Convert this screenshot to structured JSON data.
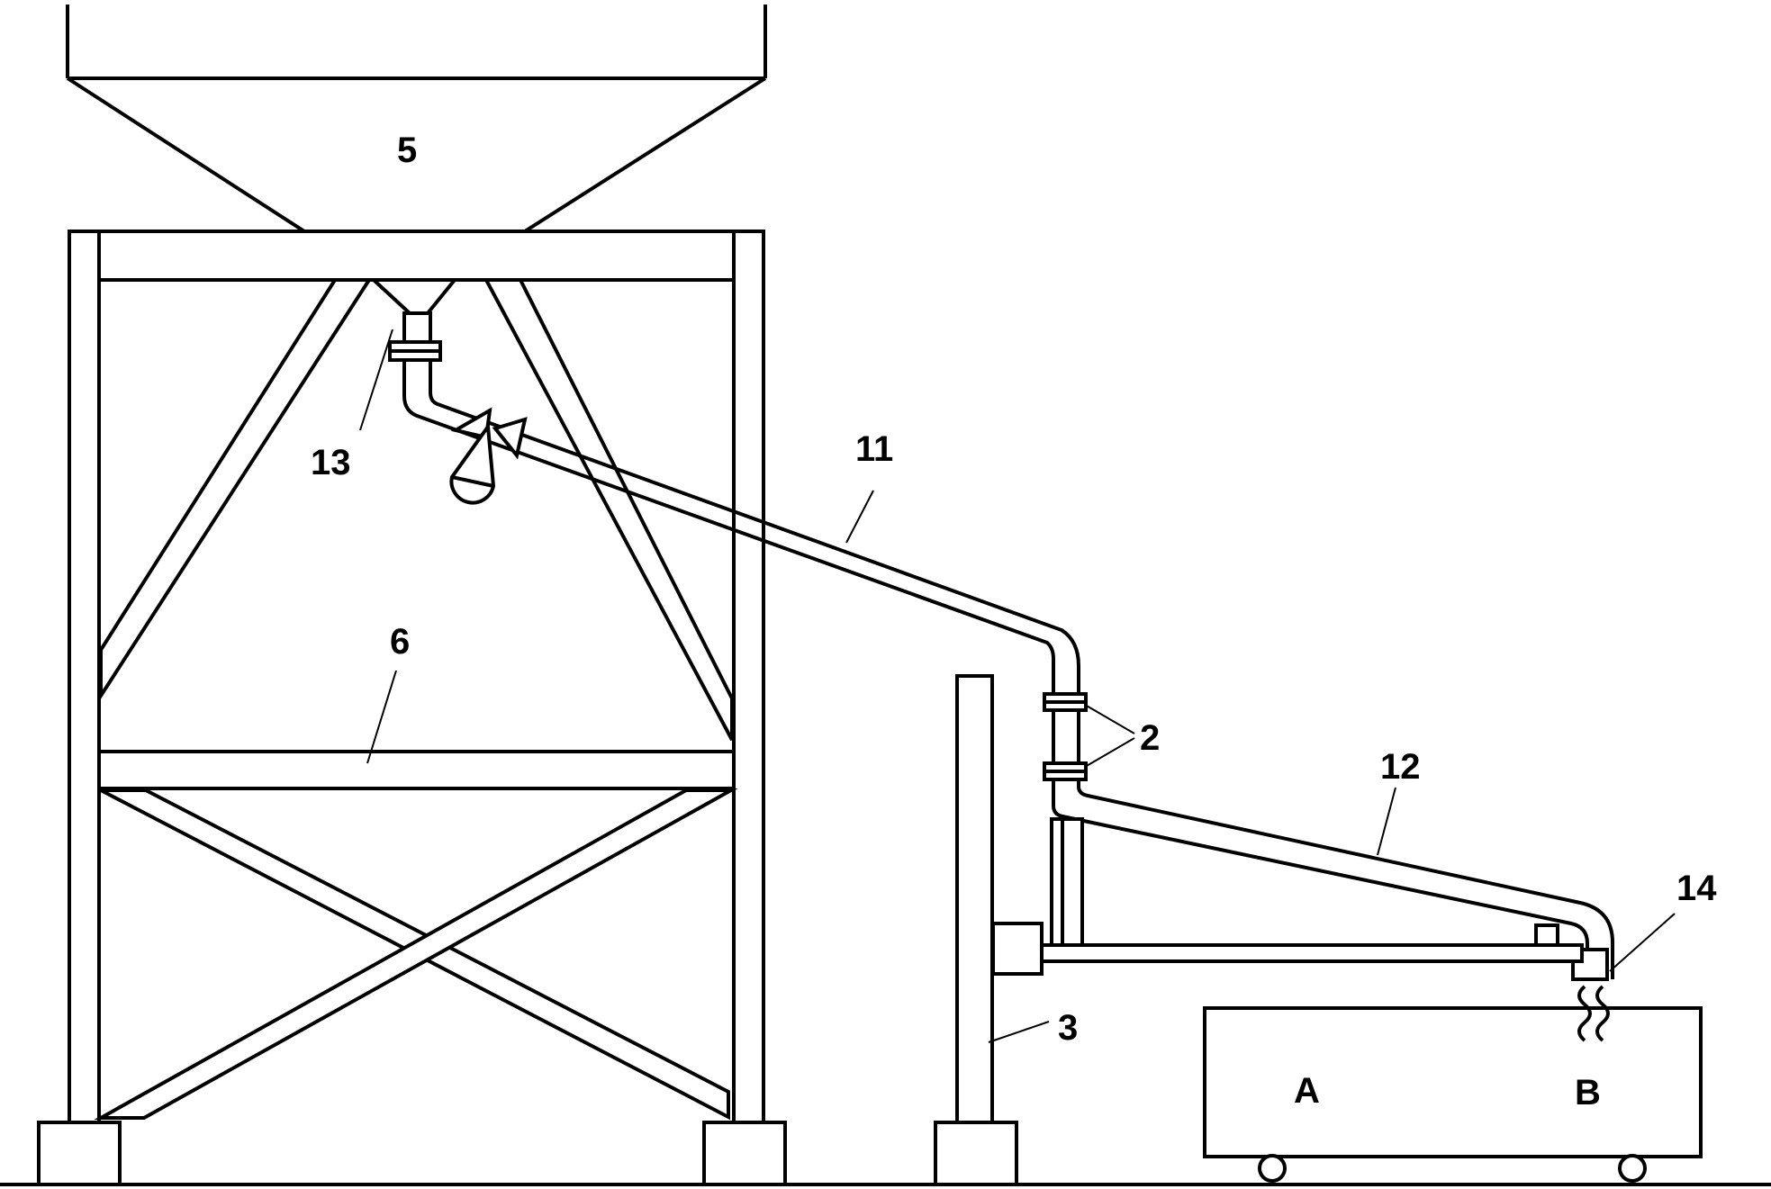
{
  "labels": {
    "hopper": "5",
    "frame_beam": "6",
    "valve": "13",
    "pipe_upper": "11",
    "flanges": "2",
    "pipe_lower": "12",
    "outlet": "14",
    "post": "3",
    "container_a": "A",
    "container_b": "B"
  }
}
